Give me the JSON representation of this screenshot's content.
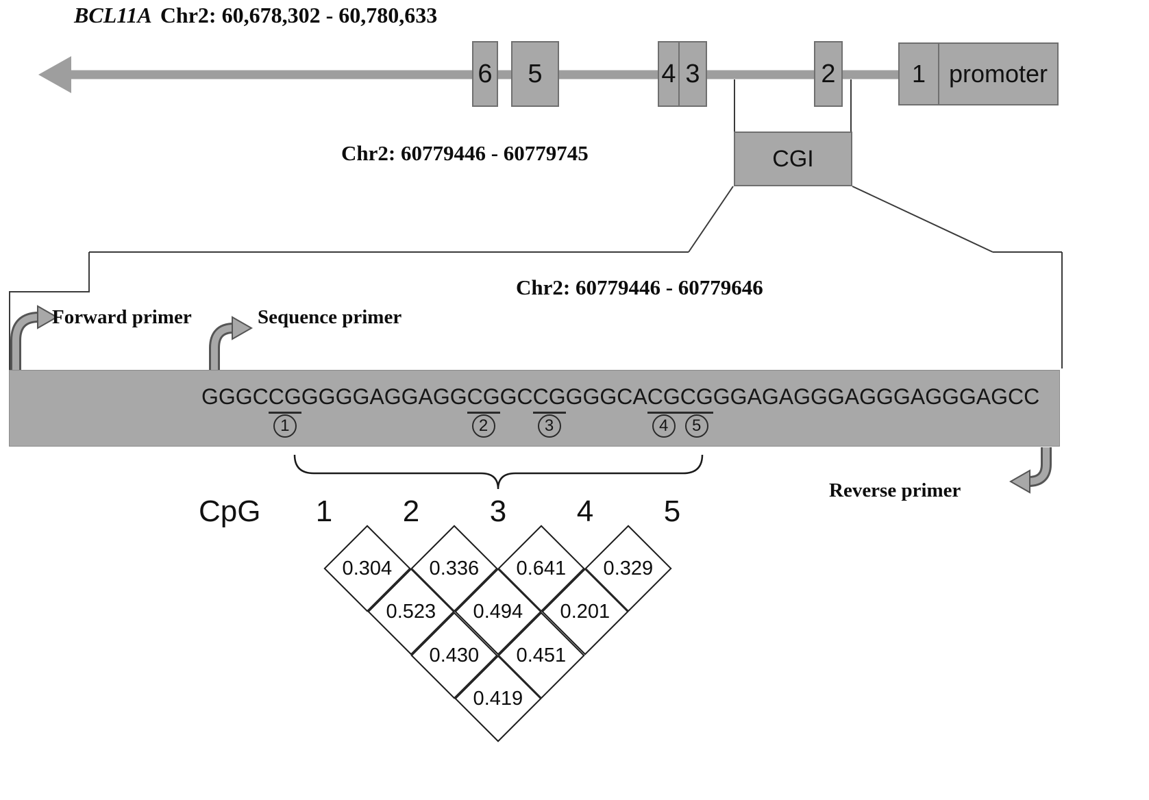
{
  "title": {
    "gene": "BCL11A",
    "range": "Chr2: 60,678,302 - 60,780,633"
  },
  "gene_track": {
    "exon_labels": [
      "6",
      "5",
      "4",
      "3",
      "2",
      "1"
    ],
    "promoter_label": "promoter"
  },
  "cgi": {
    "label": "CGI",
    "range_label": "Chr2: 60779446 - 60779745"
  },
  "zoom": {
    "range_label": "Chr2: 60779446 - 60779646"
  },
  "primers": {
    "forward_label": "Forward primer",
    "sequence_label": "Sequence primer",
    "reverse_label": "Reverse primer"
  },
  "sequence": {
    "full": "GGGCCGGGGGAGGAGGCGGCCGGGGCACGCGGGAGAGGGAGGGAGGGAGCC",
    "segments": [
      {
        "text": "GGGC"
      },
      {
        "text": "CG",
        "marker": "1"
      },
      {
        "text": "GGGGAGGAGG"
      },
      {
        "text": "CG",
        "marker": "2"
      },
      {
        "text": "GC"
      },
      {
        "text": "CG",
        "marker": "3"
      },
      {
        "text": "GGGCA"
      },
      {
        "text": "CG",
        "marker": "4"
      },
      {
        "text": "CG",
        "marker": "5"
      },
      {
        "text": "GGAGAGGGAGGGAGGGAGCC"
      }
    ]
  },
  "cpg_header": {
    "label": "CpG",
    "sites": [
      "1",
      "2",
      "3",
      "4",
      "5"
    ]
  },
  "ld_matrix": {
    "description": "pairwise CpG site correlation values",
    "pairs": [
      {
        "pair": "1-2",
        "value": "0.304"
      },
      {
        "pair": "2-3",
        "value": "0.336"
      },
      {
        "pair": "3-4",
        "value": "0.641"
      },
      {
        "pair": "4-5",
        "value": "0.329"
      },
      {
        "pair": "1-3",
        "value": "0.523"
      },
      {
        "pair": "2-4",
        "value": "0.494"
      },
      {
        "pair": "3-5",
        "value": "0.201"
      },
      {
        "pair": "1-4",
        "value": "0.430"
      },
      {
        "pair": "2-5",
        "value": "0.451"
      },
      {
        "pair": "1-5",
        "value": "0.419"
      }
    ],
    "rows": [
      [
        "0.304",
        "0.336",
        "0.641",
        "0.329"
      ],
      [
        "0.523",
        "0.494",
        "0.201"
      ],
      [
        "0.430",
        "0.451"
      ],
      [
        "0.419"
      ]
    ]
  }
}
